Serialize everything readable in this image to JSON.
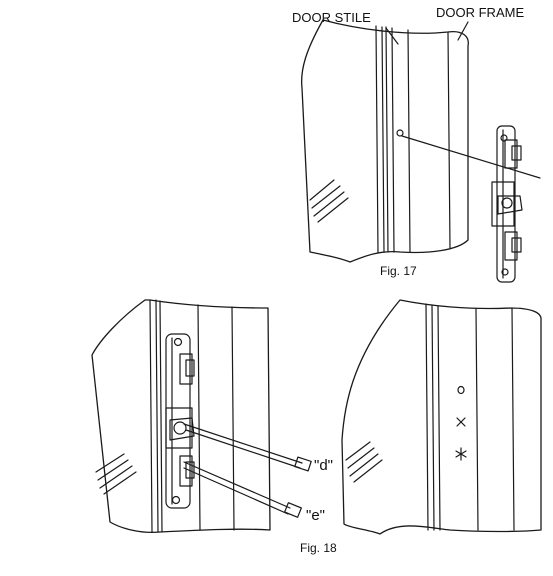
{
  "colors": {
    "ink": "#1a1a1a",
    "paper": "#ffffff"
  },
  "fig17": {
    "label_stile": "DOOR STILE",
    "label_frame": "DOOR FRAME",
    "caption": "Fig. 17"
  },
  "fig18": {
    "label_d": "\"d\"",
    "label_e": "\"e\"",
    "caption": "Fig. 18",
    "marks": [
      "o",
      "x",
      "*"
    ]
  }
}
